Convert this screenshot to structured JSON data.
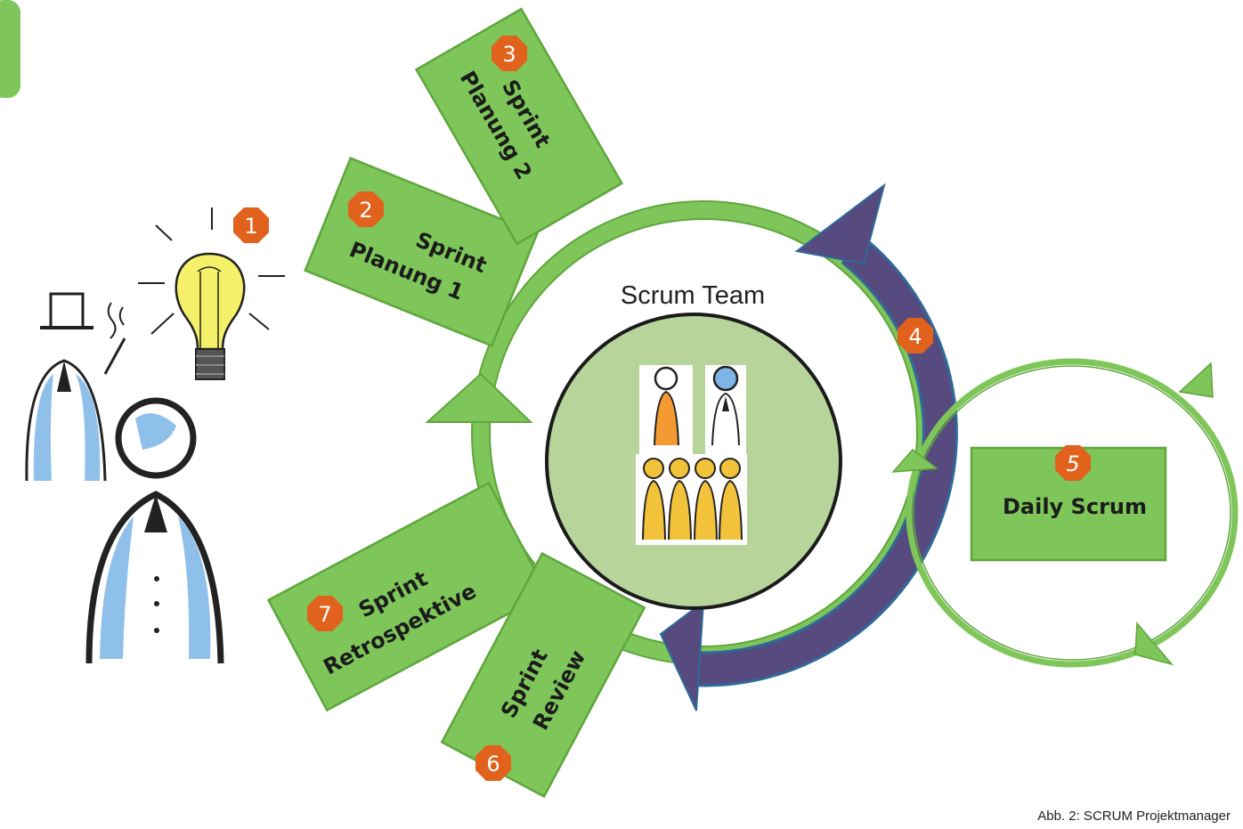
{
  "center": {
    "label": "Scrum Team"
  },
  "steps": [
    {
      "num": "1"
    },
    {
      "num": "2",
      "line1": "Sprint",
      "line2": "Planung 1"
    },
    {
      "num": "3",
      "line1": "Sprint",
      "line2": "Planung 2"
    },
    {
      "num": "4"
    },
    {
      "num": "5",
      "line1": "Daily Scrum"
    },
    {
      "num": "6",
      "line1": "Sprint",
      "line2": "Review"
    },
    {
      "num": "7",
      "line1": "Sprint",
      "line2": "Retrospektive"
    }
  ],
  "caption": "Abb. 2: SCRUM Projektmanager",
  "colors": {
    "green": "#7fc65a",
    "green_dark": "#5ea63c",
    "arrow_purple": "#574a7e",
    "arrow_edge": "#2e6a9a",
    "badge": "#e0621c",
    "center_fill": "#b7d49b"
  }
}
